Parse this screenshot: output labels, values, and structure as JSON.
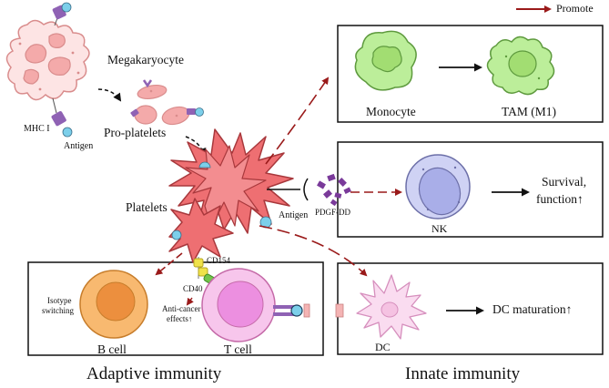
{
  "legend": {
    "promote": "Promote"
  },
  "labels": {
    "megakaryocyte": "Megakaryocyte",
    "mhc1": "MHC I",
    "antigen_mk": "Antigen",
    "pro_platelets": "Pro-platelets",
    "platelets": "Platelets",
    "antigen_platelet": "Antigen",
    "cd154": "CD154",
    "cd40": "CD40",
    "monocyte": "Monocyte",
    "tam": "TAM (M1)",
    "pdgf": "PDGF-DD",
    "nk": "NK",
    "survival_line1": "Survival,",
    "survival_line2": "function↑",
    "dc": "DC",
    "dc_maturation": "DC maturation↑",
    "isotype_line1": "Isotype",
    "isotype_line2": "switching",
    "anticancer_line1": "Anti-cancer",
    "anticancer_line2": "effects↑",
    "b_cell": "B cell",
    "t_cell": "T cell",
    "adaptive": "Adaptive immunity",
    "innate": "Innate immunity"
  },
  "colors": {
    "promote_arrow": "#9a1a1a",
    "cell_pink": "#f4aaaa",
    "platelet_red": "#ee6f72",
    "monocyte_green": "#bcee9a",
    "nk_lavender": "#cfd2f4",
    "dc_pink": "#fadcf0",
    "b_cell_orange": "#f8b970",
    "t_cell_pink": "#f7c6ec",
    "receptor_purple": "#8f62b4",
    "antigen_blue": "#7ccfea"
  }
}
